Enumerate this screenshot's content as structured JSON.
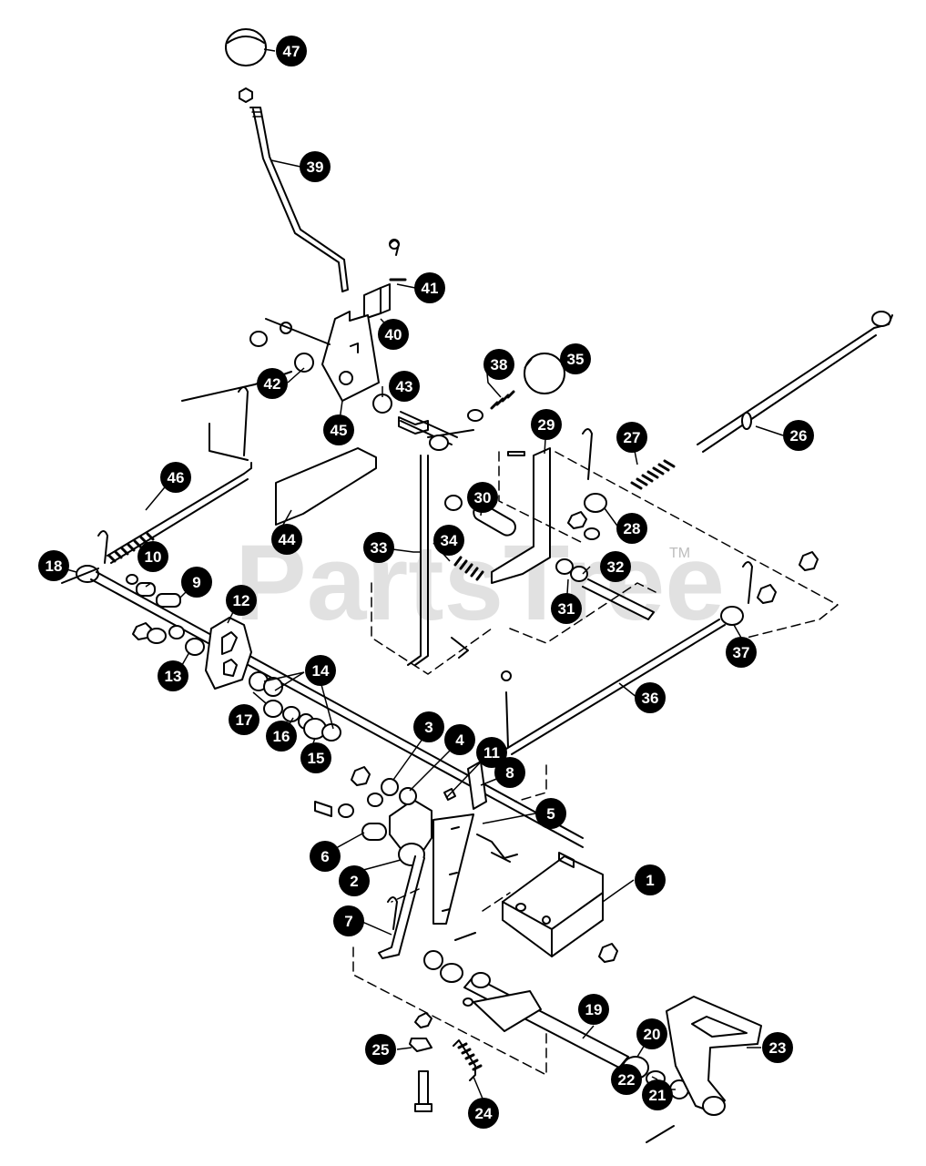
{
  "watermark": {
    "text": "PartsTree",
    "tm": "TM"
  },
  "callouts": [
    {
      "n": "1"
    },
    {
      "n": "2"
    },
    {
      "n": "3"
    },
    {
      "n": "4"
    },
    {
      "n": "5"
    },
    {
      "n": "6"
    },
    {
      "n": "7"
    },
    {
      "n": "8"
    },
    {
      "n": "9"
    },
    {
      "n": "10"
    },
    {
      "n": "11"
    },
    {
      "n": "12"
    },
    {
      "n": "13"
    },
    {
      "n": "14"
    },
    {
      "n": "15"
    },
    {
      "n": "16"
    },
    {
      "n": "17"
    },
    {
      "n": "18"
    },
    {
      "n": "19"
    },
    {
      "n": "20"
    },
    {
      "n": "21"
    },
    {
      "n": "22"
    },
    {
      "n": "23"
    },
    {
      "n": "24"
    },
    {
      "n": "25"
    },
    {
      "n": "26"
    },
    {
      "n": "27"
    },
    {
      "n": "28"
    },
    {
      "n": "29"
    },
    {
      "n": "30"
    },
    {
      "n": "31"
    },
    {
      "n": "32"
    },
    {
      "n": "33"
    },
    {
      "n": "34"
    },
    {
      "n": "35"
    },
    {
      "n": "36"
    },
    {
      "n": "37"
    },
    {
      "n": "38"
    },
    {
      "n": "39"
    },
    {
      "n": "40"
    },
    {
      "n": "41"
    },
    {
      "n": "42"
    },
    {
      "n": "43"
    },
    {
      "n": "44"
    },
    {
      "n": "45"
    },
    {
      "n": "46"
    },
    {
      "n": "47"
    }
  ],
  "colors": {
    "ink": "#000000",
    "paper": "#ffffff",
    "watermark": "#c9c9c9"
  }
}
